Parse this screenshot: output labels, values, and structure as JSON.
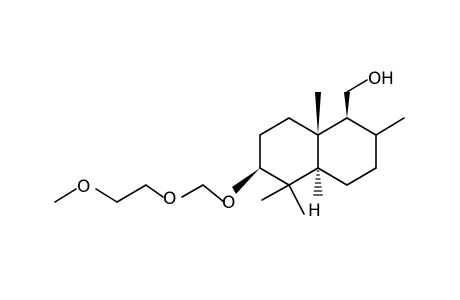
{
  "molecule": {
    "atoms": {
      "hydroxyl_oxygen": "O",
      "hydroxyl_hydrogen": "H",
      "ether_oxygen_1": "O",
      "ether_oxygen_2": "O",
      "ether_oxygen_3": "O",
      "ring_fusion_hydrogen": "H"
    },
    "colors": {
      "bond": "#000000",
      "background": "#ffffff"
    }
  }
}
